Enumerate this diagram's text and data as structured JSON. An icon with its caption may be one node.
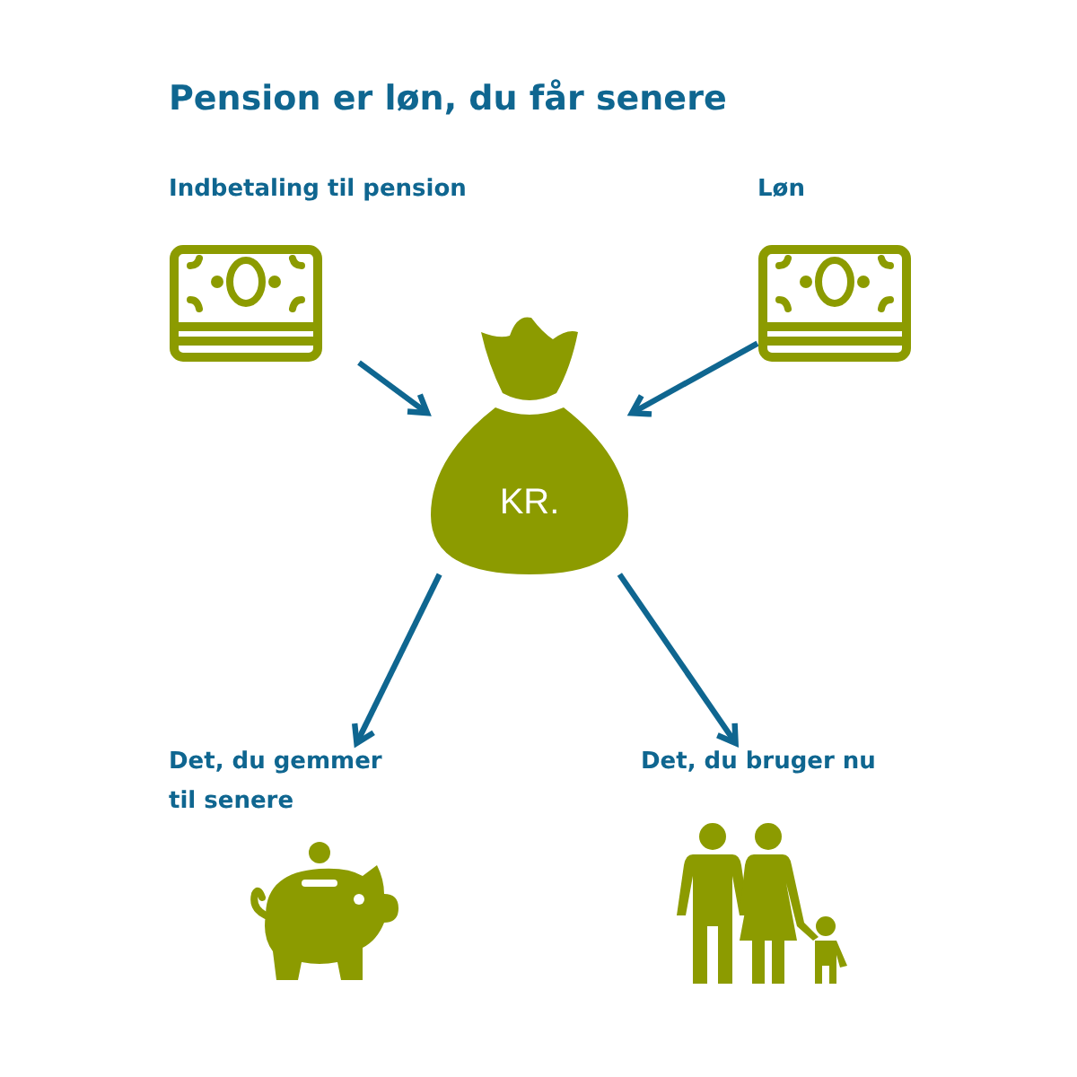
{
  "diagram": {
    "title": "Pension er løn, du får senere",
    "nodes": [
      {
        "text": [
          "Indbetaling til pension"
        ]
      },
      {
        "text": [
          "Løn"
        ]
      },
      {
        "text": [
          "KR."
        ]
      },
      {
        "text": [
          "Det, du gemmer til senere"
        ]
      },
      {
        "text": [
          "Det, du bruger nu"
        ]
      }
    ],
    "edges": [
      {
        "from": 0,
        "to": 2,
        "arrow": "to"
      },
      {
        "from": 1,
        "to": 2,
        "arrow": "to"
      },
      {
        "from": 2,
        "to": 3,
        "arrow": "to"
      },
      {
        "from": 2,
        "to": 4,
        "arrow": "to"
      }
    ]
  }
}
